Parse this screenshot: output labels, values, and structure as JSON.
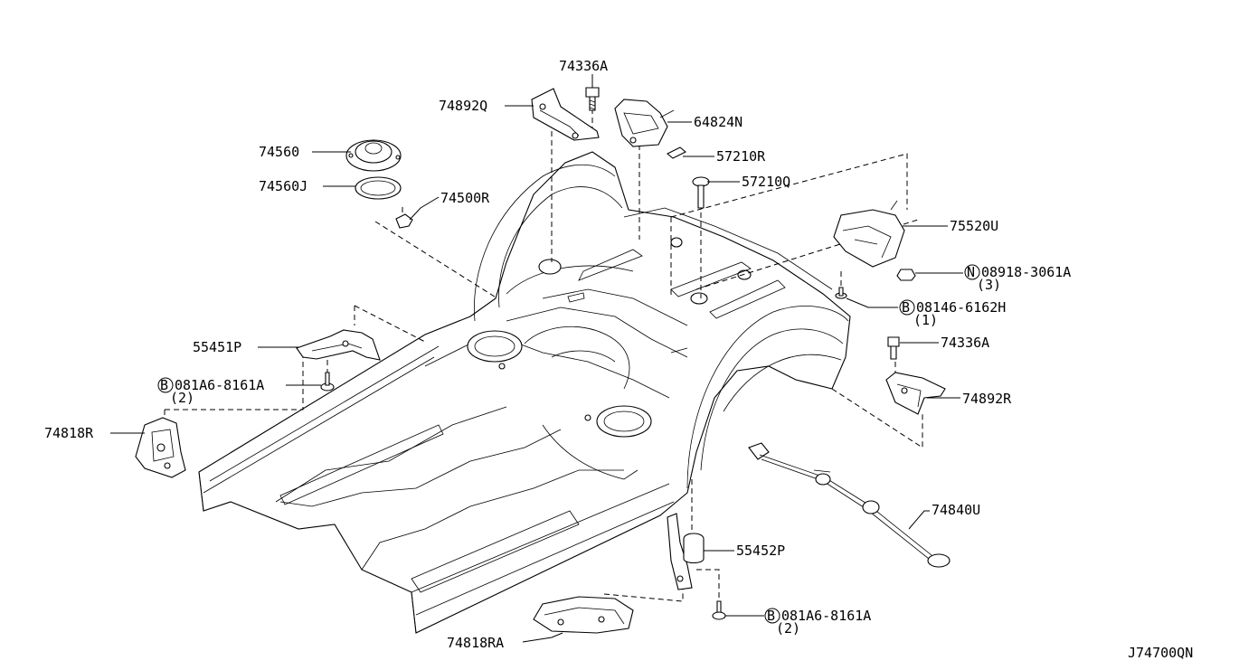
{
  "diagram_id": "J74700QN",
  "labels": {
    "p74336A_top": "74336A",
    "p74892Q": "74892Q",
    "p64824N": "64824N",
    "p74560": "74560",
    "p57210R": "57210R",
    "p57210Q": "57210Q",
    "p74560J": "74560J",
    "p74500R": "74500R",
    "p75520U": "75520U",
    "p08918": "08918-3061A",
    "p08918_qty": "(3)",
    "p08918_prefix": "N",
    "p08146": "08146-6162H",
    "p08146_qty": "(1)",
    "p08146_prefix": "B",
    "p55451P": "55451P",
    "p74336A_right": "74336A",
    "p081A6_left": "081A6-8161A",
    "p081A6_left_qty": "(2)",
    "p081A6_left_prefix": "B",
    "p74892R": "74892R",
    "p74818R": "74818R",
    "p74840U": "74840U",
    "p55452P": "55452P",
    "p081A6_bottom": "081A6-8161A",
    "p081A6_bottom_qty": "(2)",
    "p081A6_bottom_prefix": "B",
    "p74818RA": "74818RA"
  }
}
